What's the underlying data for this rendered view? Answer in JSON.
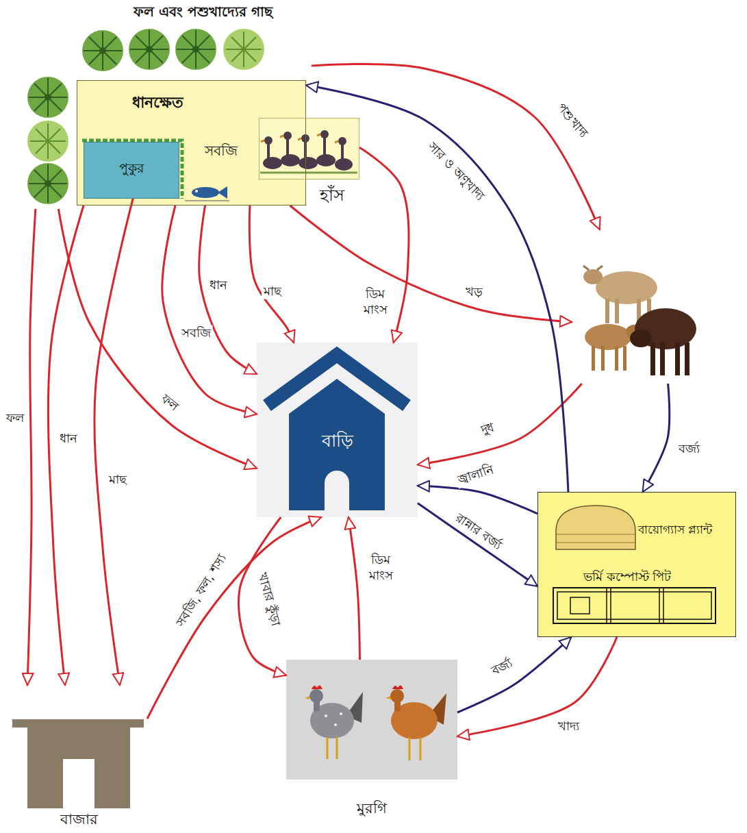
{
  "diagram": {
    "nodes": [
      {
        "text": [
          "ফল এবং পশুখাদ্যের গাছ"
        ]
      },
      {
        "text": [
          "ধানক্ষেত",
          "সবজি"
        ]
      },
      {
        "text": [
          "পুকুর"
        ],
        "in": 1
      },
      {
        "text": [
          "হাঁস"
        ]
      },
      {
        "text": [
          "বাড়ি"
        ]
      },
      {
        "text": []
      },
      {
        "text": [
          "বায়োগ্যাস প্ল্যান্ট",
          "ভর্মি কম্পোস্ট পিট"
        ]
      },
      {
        "text": [
          "মুরগি"
        ]
      },
      {
        "text": [
          "বাজার"
        ]
      }
    ],
    "edges": [
      {
        "from": 0,
        "to": 8,
        "arrow": "to",
        "label": "ফল"
      },
      {
        "from": 0,
        "to": 4,
        "arrow": "to",
        "label": "ফল"
      },
      {
        "from": 0,
        "to": 5,
        "arrow": "to",
        "label": "পশুখাদ্য"
      },
      {
        "from": 1,
        "to": 8,
        "arrow": "to",
        "label": "ধান"
      },
      {
        "from": 2,
        "to": 8,
        "arrow": "to",
        "label": "মাছ"
      },
      {
        "from": 1,
        "to": 4,
        "arrow": "to",
        "label": "সবজি"
      },
      {
        "from": 1,
        "to": 4,
        "arrow": "to",
        "label": "ধান"
      },
      {
        "from": 1,
        "to": 4,
        "arrow": "to",
        "label": "মাছ"
      },
      {
        "from": 3,
        "to": 4,
        "arrow": "to",
        "label": "ডিম মাংস"
      },
      {
        "from": 1,
        "to": 5,
        "arrow": "to",
        "label": "খড়"
      },
      {
        "from": 5,
        "to": 4,
        "arrow": "to",
        "label": "দুধ"
      },
      {
        "from": 5,
        "to": 6,
        "arrow": "to",
        "label": "বর্জ্য"
      },
      {
        "from": 6,
        "to": 1,
        "arrow": "to",
        "label": "সার ও অণুখাদ্য"
      },
      {
        "from": 6,
        "to": 4,
        "arrow": "to",
        "label": "জ্বালানি"
      },
      {
        "from": 4,
        "to": 6,
        "arrow": "to",
        "label": "রান্নার বর্জ্য"
      },
      {
        "from": 8,
        "to": 4,
        "arrow": "to",
        "label": "সবজি, ফল, শস্য"
      },
      {
        "from": 4,
        "to": 7,
        "arrow": "to",
        "label": "খাবার কুঁড়া"
      },
      {
        "from": 7,
        "to": 4,
        "arrow": "to",
        "label": "ডিম মাংস"
      },
      {
        "from": 7,
        "to": 6,
        "arrow": "to",
        "label": "বর্জ্য"
      },
      {
        "from": 6,
        "to": 7,
        "arrow": "to",
        "label": "খাদ্য"
      }
    ]
  }
}
